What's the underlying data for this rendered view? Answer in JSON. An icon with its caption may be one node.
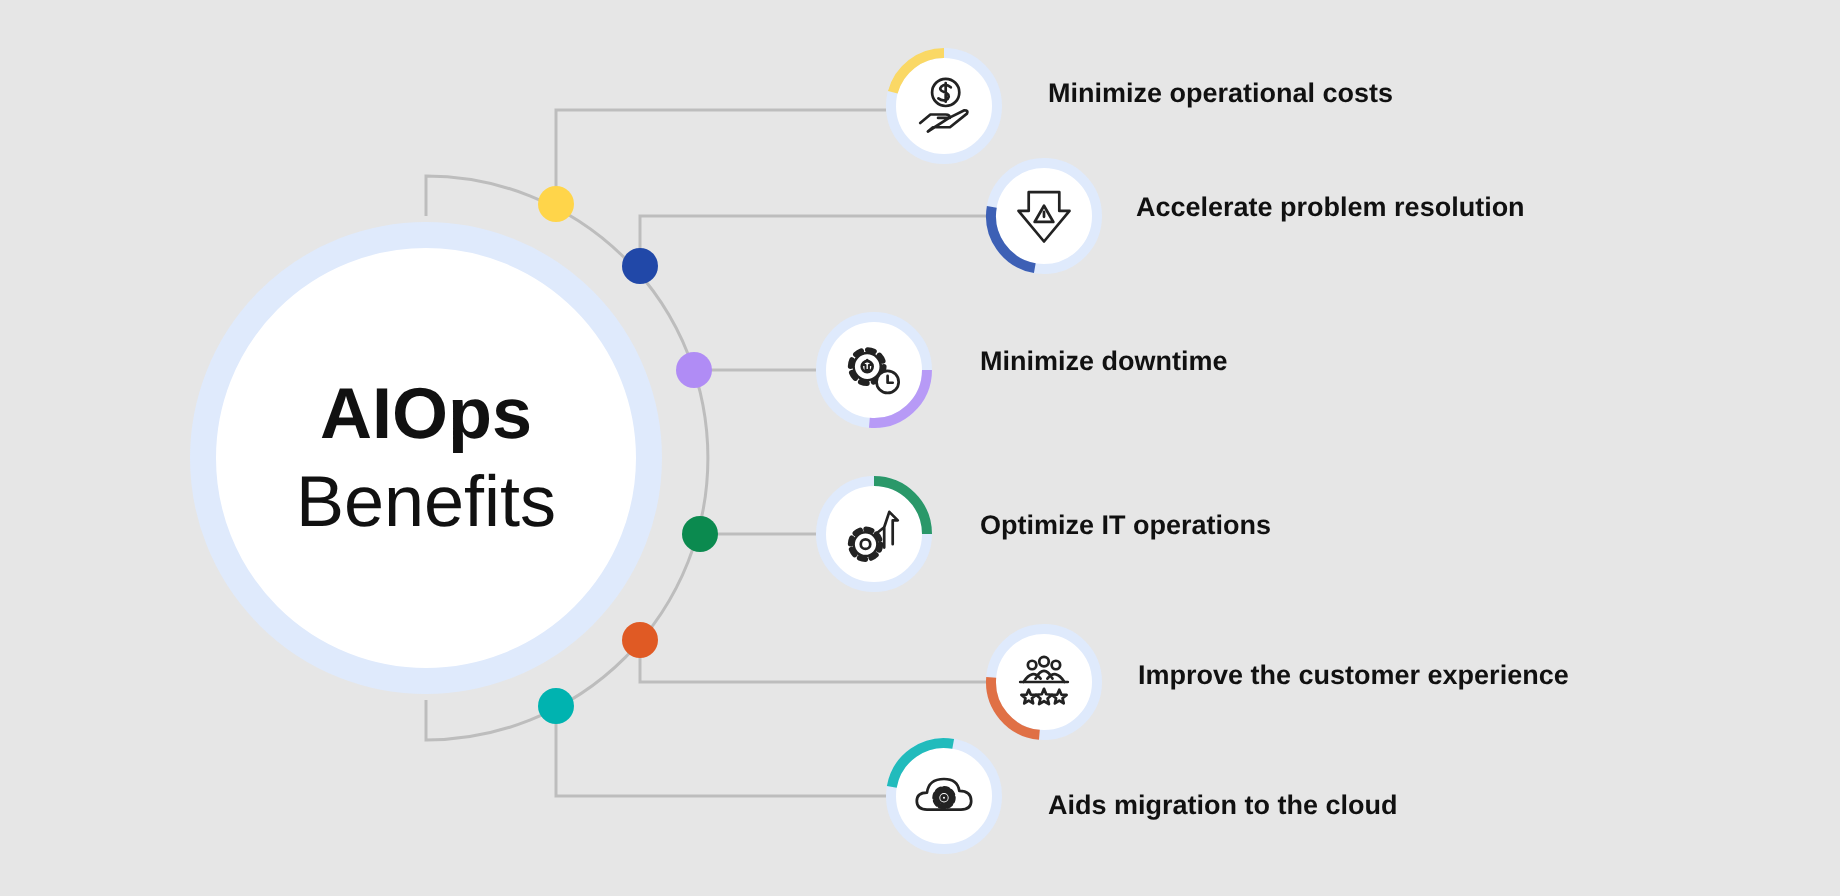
{
  "diagram": {
    "nodes": [
      {
        "text": [
          "**AIOps** Benefits"
        ]
      },
      {
        "text": [],
        "shape": "circle",
        "beside": [
          "Minimize operational costs"
        ]
      },
      {
        "text": [],
        "shape": "circle",
        "beside": [
          "Accelerate problem resolution"
        ]
      },
      {
        "text": [],
        "shape": "circle",
        "beside": [
          "Minimize downtime"
        ]
      },
      {
        "text": [],
        "shape": "circle",
        "beside": [
          "Optimize IT operations"
        ]
      },
      {
        "text": [],
        "shape": "circle",
        "beside": [
          "Improve the customer experience"
        ]
      },
      {
        "text": [],
        "shape": "circle",
        "beside": [
          "Aids migration to the cloud"
        ]
      }
    ],
    "edges": [
      {
        "from": 0,
        "to": 1,
        "arrow": "other"
      },
      {
        "from": 0,
        "to": 2,
        "arrow": "other"
      },
      {
        "from": 0,
        "to": 3,
        "arrow": "other"
      },
      {
        "from": 0,
        "to": 4,
        "arrow": "other"
      },
      {
        "from": 0,
        "to": 5,
        "arrow": "other"
      },
      {
        "from": 0,
        "to": 6,
        "arrow": "other"
      }
    ]
  }
}
